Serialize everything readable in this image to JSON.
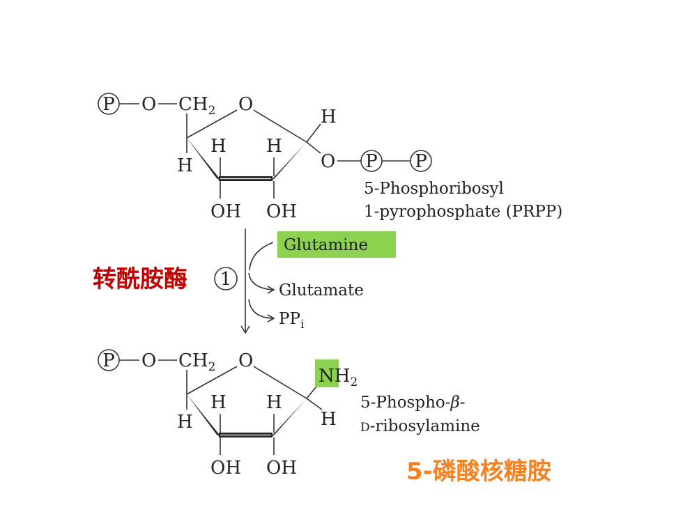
{
  "colors": {
    "highlight": "#8cd150",
    "enzyme_red": "#c00000",
    "product_orange": "#f5821f",
    "text": "#222222"
  },
  "prpp": {
    "phosphate_symbol": "P",
    "oxygen": "O",
    "ch2": "CH",
    "ch2_sub": "2",
    "ring_oxygen": "O",
    "h_c1": "H",
    "h_c2": "H",
    "h_c3": "H",
    "h_c4": "H",
    "oh_c2": "OH",
    "oh_c3": "OH",
    "pp_oxygen": "O",
    "pp_p1": "P",
    "pp_p2": "P",
    "name_line1": "5-Phosphoribosyl",
    "name_line2": "1-pyrophosphate (PRPP)"
  },
  "reaction": {
    "step_number": "1",
    "enzyme": "转酰胺酶",
    "reactant": "Glutamine",
    "product": "Glutamate",
    "byproduct": "PP",
    "byproduct_sub": "i"
  },
  "product": {
    "phosphate_symbol": "P",
    "oxygen": "O",
    "ch2": "CH",
    "ch2_sub": "2",
    "ring_oxygen": "O",
    "n": "N",
    "nh2_h": "H",
    "nh2_sub": "2",
    "h_c1": "H",
    "h_c2": "H",
    "h_c3": "H",
    "h_c4": "H",
    "oh_c2": "OH",
    "oh_c3": "OH",
    "name_line1": "5-Phospho-",
    "name_beta": "β",
    "name_line1_end": "-",
    "name_d": "D",
    "name_line2": "-ribosylamine",
    "chinese_name": "5-磷酸核糖胺"
  }
}
